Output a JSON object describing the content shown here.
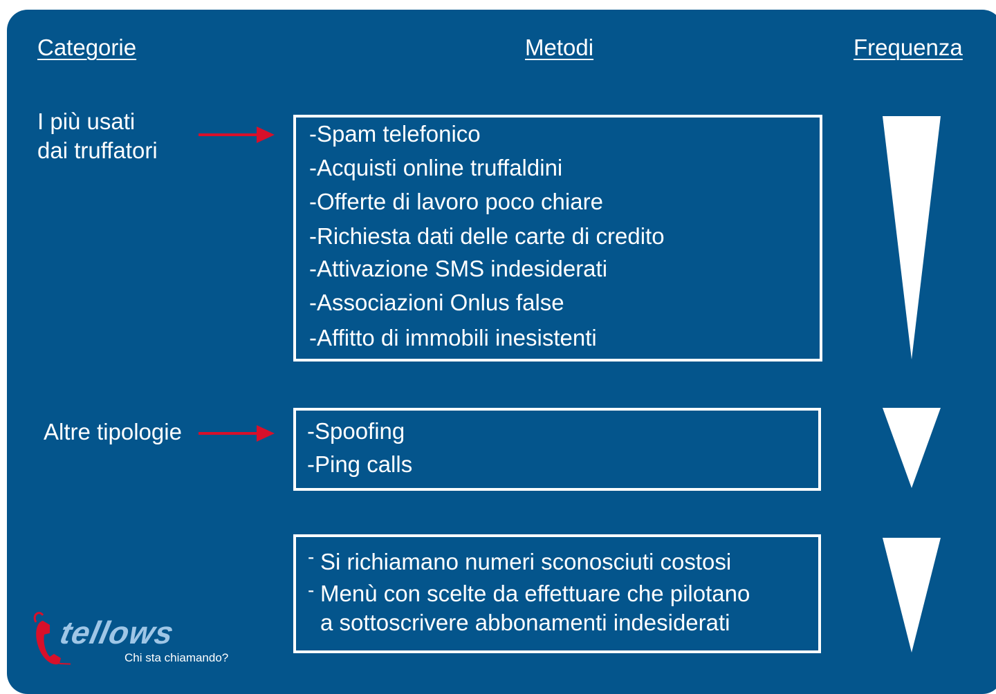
{
  "headers": {
    "categorie": "Categorie",
    "metodi": "Metodi",
    "frequenza": "Frequenza"
  },
  "categories": {
    "top_line1": "I più usati",
    "top_line2": "dai truffatori",
    "other": "Altre tipologie"
  },
  "box1_items": [
    "-Spam telefonico",
    "-Acquisti online truffaldini",
    "-Offerte di lavoro poco chiare",
    "-Richiesta dati delle carte di credito",
    "-Attivazione SMS indesiderati",
    "-Associazioni Onlus false",
    "-Affitto di immobili inesistenti"
  ],
  "box2_items": [
    "-Spoofing",
    "-Ping calls"
  ],
  "box3": {
    "item1_dash": "-",
    "item1": "Si richiamano numeri sconosciuti costosi",
    "item2_dash": "-",
    "item2_line1": "Menù con scelte da effettuare che pilotano",
    "item2_line2": "a sottoscrivere abbonamenti indesiderati"
  },
  "logo": {
    "name": "tellows",
    "tagline": "Chi sta chiamando?"
  },
  "colors": {
    "background": "#04558c",
    "arrow": "#d8102a",
    "text": "#ffffff",
    "logo_phone": "#d8102a",
    "logo_word": "#9fc6e6"
  },
  "icons": {
    "arrow": "right-arrow-icon",
    "triangle": "down-triangle-icon",
    "phone": "phone-handset-icon"
  }
}
